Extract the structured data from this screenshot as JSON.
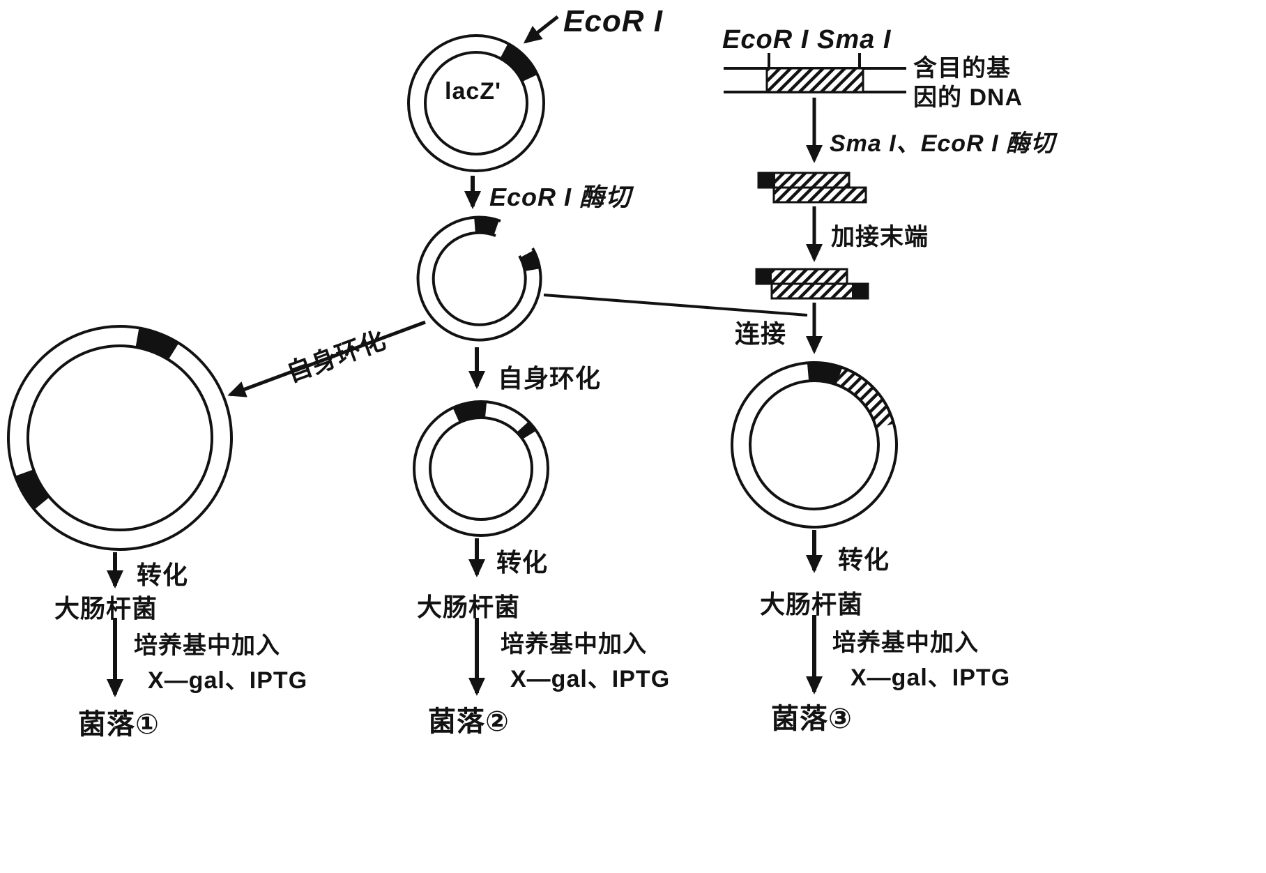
{
  "plasmid": {
    "gene": "lacZ'",
    "cut_site": "EcoR I"
  },
  "right_dna": {
    "ecor1_site": "EcoR I",
    "sma1_site": "Sma I",
    "desc_line1": "含目的基",
    "desc_line2": "因的 DNA"
  },
  "steps": {
    "ecor1_digest": "EcoR I 酶切",
    "self_circ_left": "自身环化",
    "self_circ_mid": "自身环化",
    "sma_ecor_digest": "Sma I、EcoR I 酶切",
    "add_ends": "加接末端",
    "ligation": "连接"
  },
  "columns": [
    {
      "transform": "转化",
      "host": "大肠杆菌",
      "medium1": "培养基中加入",
      "medium2": "X—gal、IPTG",
      "colony": "菌落①"
    },
    {
      "transform": "转化",
      "host": "大肠杆菌",
      "medium1": "培养基中加入",
      "medium2": "X—gal、IPTG",
      "colony": "菌落②"
    },
    {
      "transform": "转化",
      "host": "大肠杆菌",
      "medium1": "培养基中加入",
      "medium2": "X—gal、IPTG",
      "colony": "菌落③"
    }
  ]
}
